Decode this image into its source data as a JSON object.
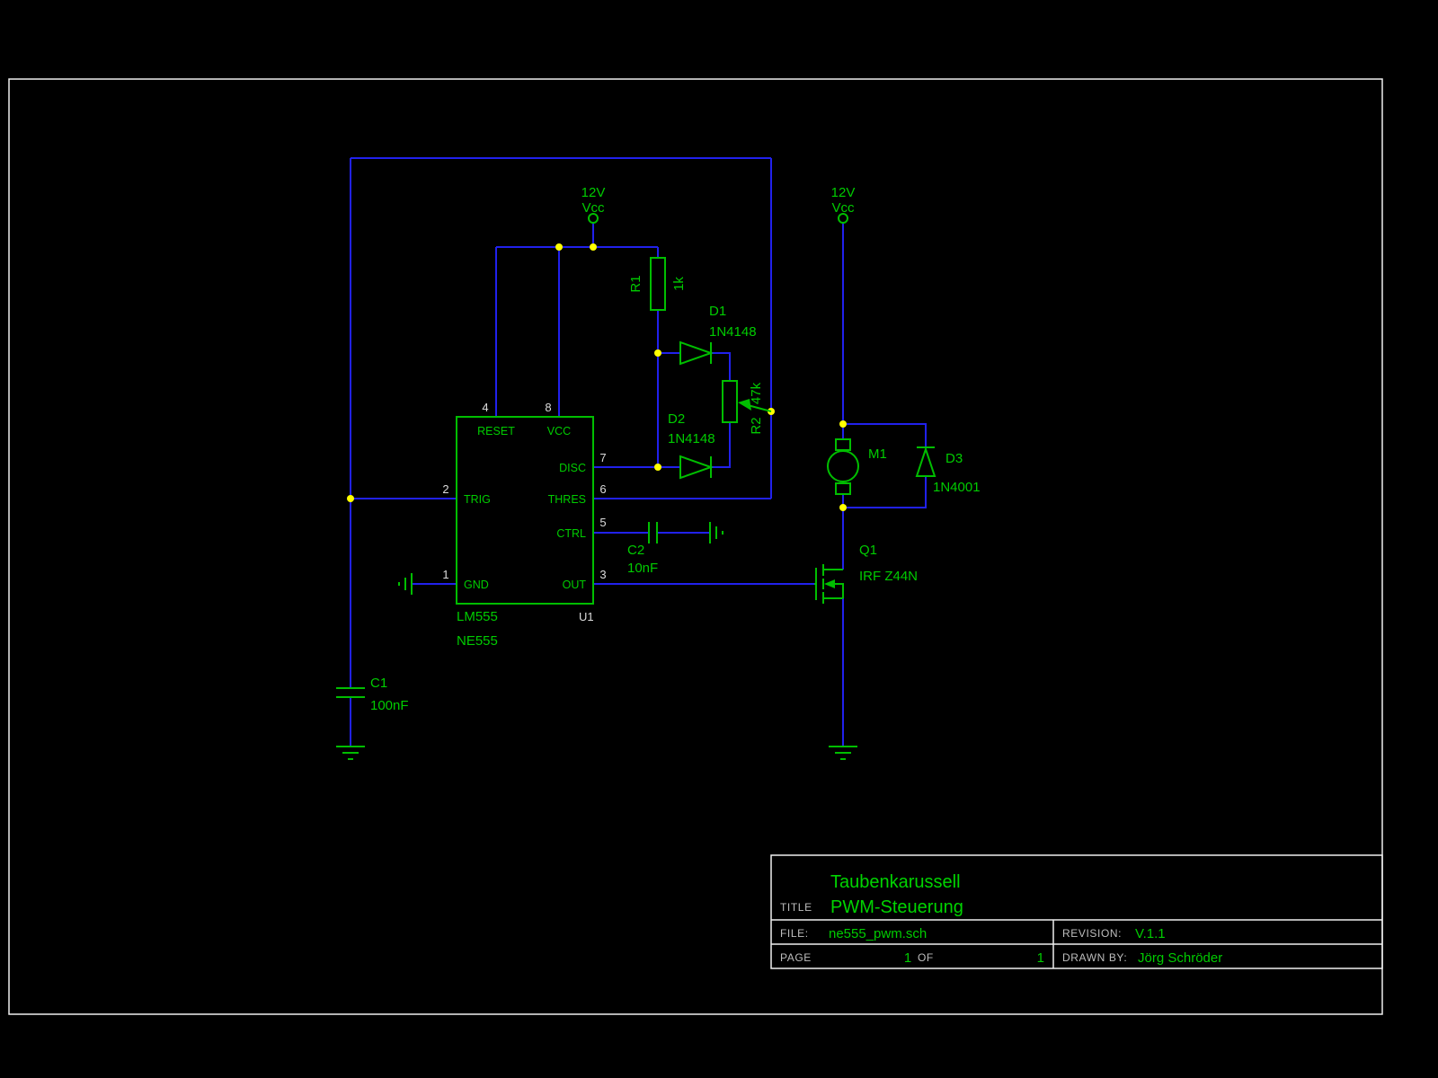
{
  "colors": {
    "background": "#000000",
    "wire_blue": "#2121EC",
    "symbol_green": "#00BE00",
    "label_green": "#00CC00",
    "junction_yellow": "#FFFF00",
    "frame_white": "#EFEFEF",
    "pin_number_gray": "#DCDCDC",
    "titleblock_label_gray": "#BDBDBD"
  },
  "power": {
    "left": {
      "voltage": "12V",
      "name": "Vcc"
    },
    "right": {
      "voltage": "12V",
      "name": "Vcc"
    }
  },
  "components": {
    "u1": {
      "ref": "U1",
      "value": "LM555",
      "second_value": "NE555",
      "pins": {
        "reset": {
          "number": "4",
          "name": "RESET"
        },
        "vcc": {
          "number": "8",
          "name": "VCC"
        },
        "disc": {
          "number": "7",
          "name": "DISC"
        },
        "thres": {
          "number": "6",
          "name": "THRES"
        },
        "ctrl": {
          "number": "5",
          "name": "CTRL"
        },
        "trig": {
          "number": "2",
          "name": "TRIG"
        },
        "gnd": {
          "number": "1",
          "name": "GND"
        },
        "out": {
          "number": "3",
          "name": "OUT"
        }
      }
    },
    "r1": {
      "ref": "R1",
      "value": "1k"
    },
    "r2": {
      "ref": "R2",
      "value": "47k"
    },
    "d1": {
      "ref": "D1",
      "value": "1N4148"
    },
    "d2": {
      "ref": "D2",
      "value": "1N4148"
    },
    "d3": {
      "ref": "D3",
      "value": "1N4001"
    },
    "c1": {
      "ref": "C1",
      "value": "100nF"
    },
    "c2": {
      "ref": "C2",
      "value": "10nF"
    },
    "m1": {
      "ref": "M1"
    },
    "q1": {
      "ref": "Q1",
      "value": "IRF Z44N"
    }
  },
  "title_block": {
    "title_label": "TITLE",
    "title_line1": "Taubenkarussell",
    "title_line2": "PWM-Steuerung",
    "file_label": "FILE:",
    "file_value": "ne555_pwm.sch",
    "page_label": "PAGE",
    "page_number": "1",
    "of_label": "OF",
    "page_total": "1",
    "revision_label": "REVISION:",
    "revision_value": "V.1.1",
    "drawn_by_label": "DRAWN BY:",
    "drawn_by_value": "Jörg Schröder"
  }
}
